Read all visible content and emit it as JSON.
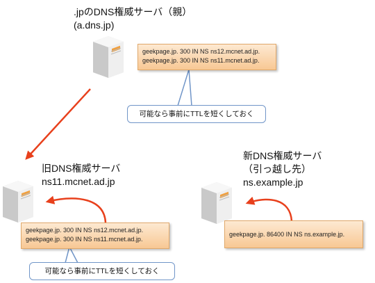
{
  "parent_server": {
    "title": ".jpのDNS権威サーバ（親）",
    "host": "(a.dns.jp)",
    "records": [
      "geekpage.jp.   300  IN NS ns12.mcnet.ad.jp.",
      "geekpage.jp.   300  IN NS ns11.mcnet.ad.jp."
    ],
    "note": "可能なら事前にTTLを短くしておく"
  },
  "old_server": {
    "title": "旧DNS権威サーバ",
    "host": "ns11.mcnet.ad.jp",
    "records": [
      "geekpage.jp.   300  IN NS ns12.mcnet.ad.jp.",
      "geekpage.jp.   300  IN NS ns11.mcnet.ad.jp."
    ],
    "note": "可能なら事前にTTLを短くしておく"
  },
  "new_server": {
    "title_line1": "新DNS権威サーバ",
    "title_line2": "（引っ越し先）",
    "host": "ns.example.jp",
    "records": [
      "geekpage.jp.     86400  IN NS ns.example.jp."
    ]
  },
  "icons": {
    "server": "server-tower-icon",
    "arrow": "red-arrow"
  },
  "colors": {
    "arrow": "#e8401c",
    "record_fill": "#f8c894",
    "callout_border": "#7095c8"
  }
}
